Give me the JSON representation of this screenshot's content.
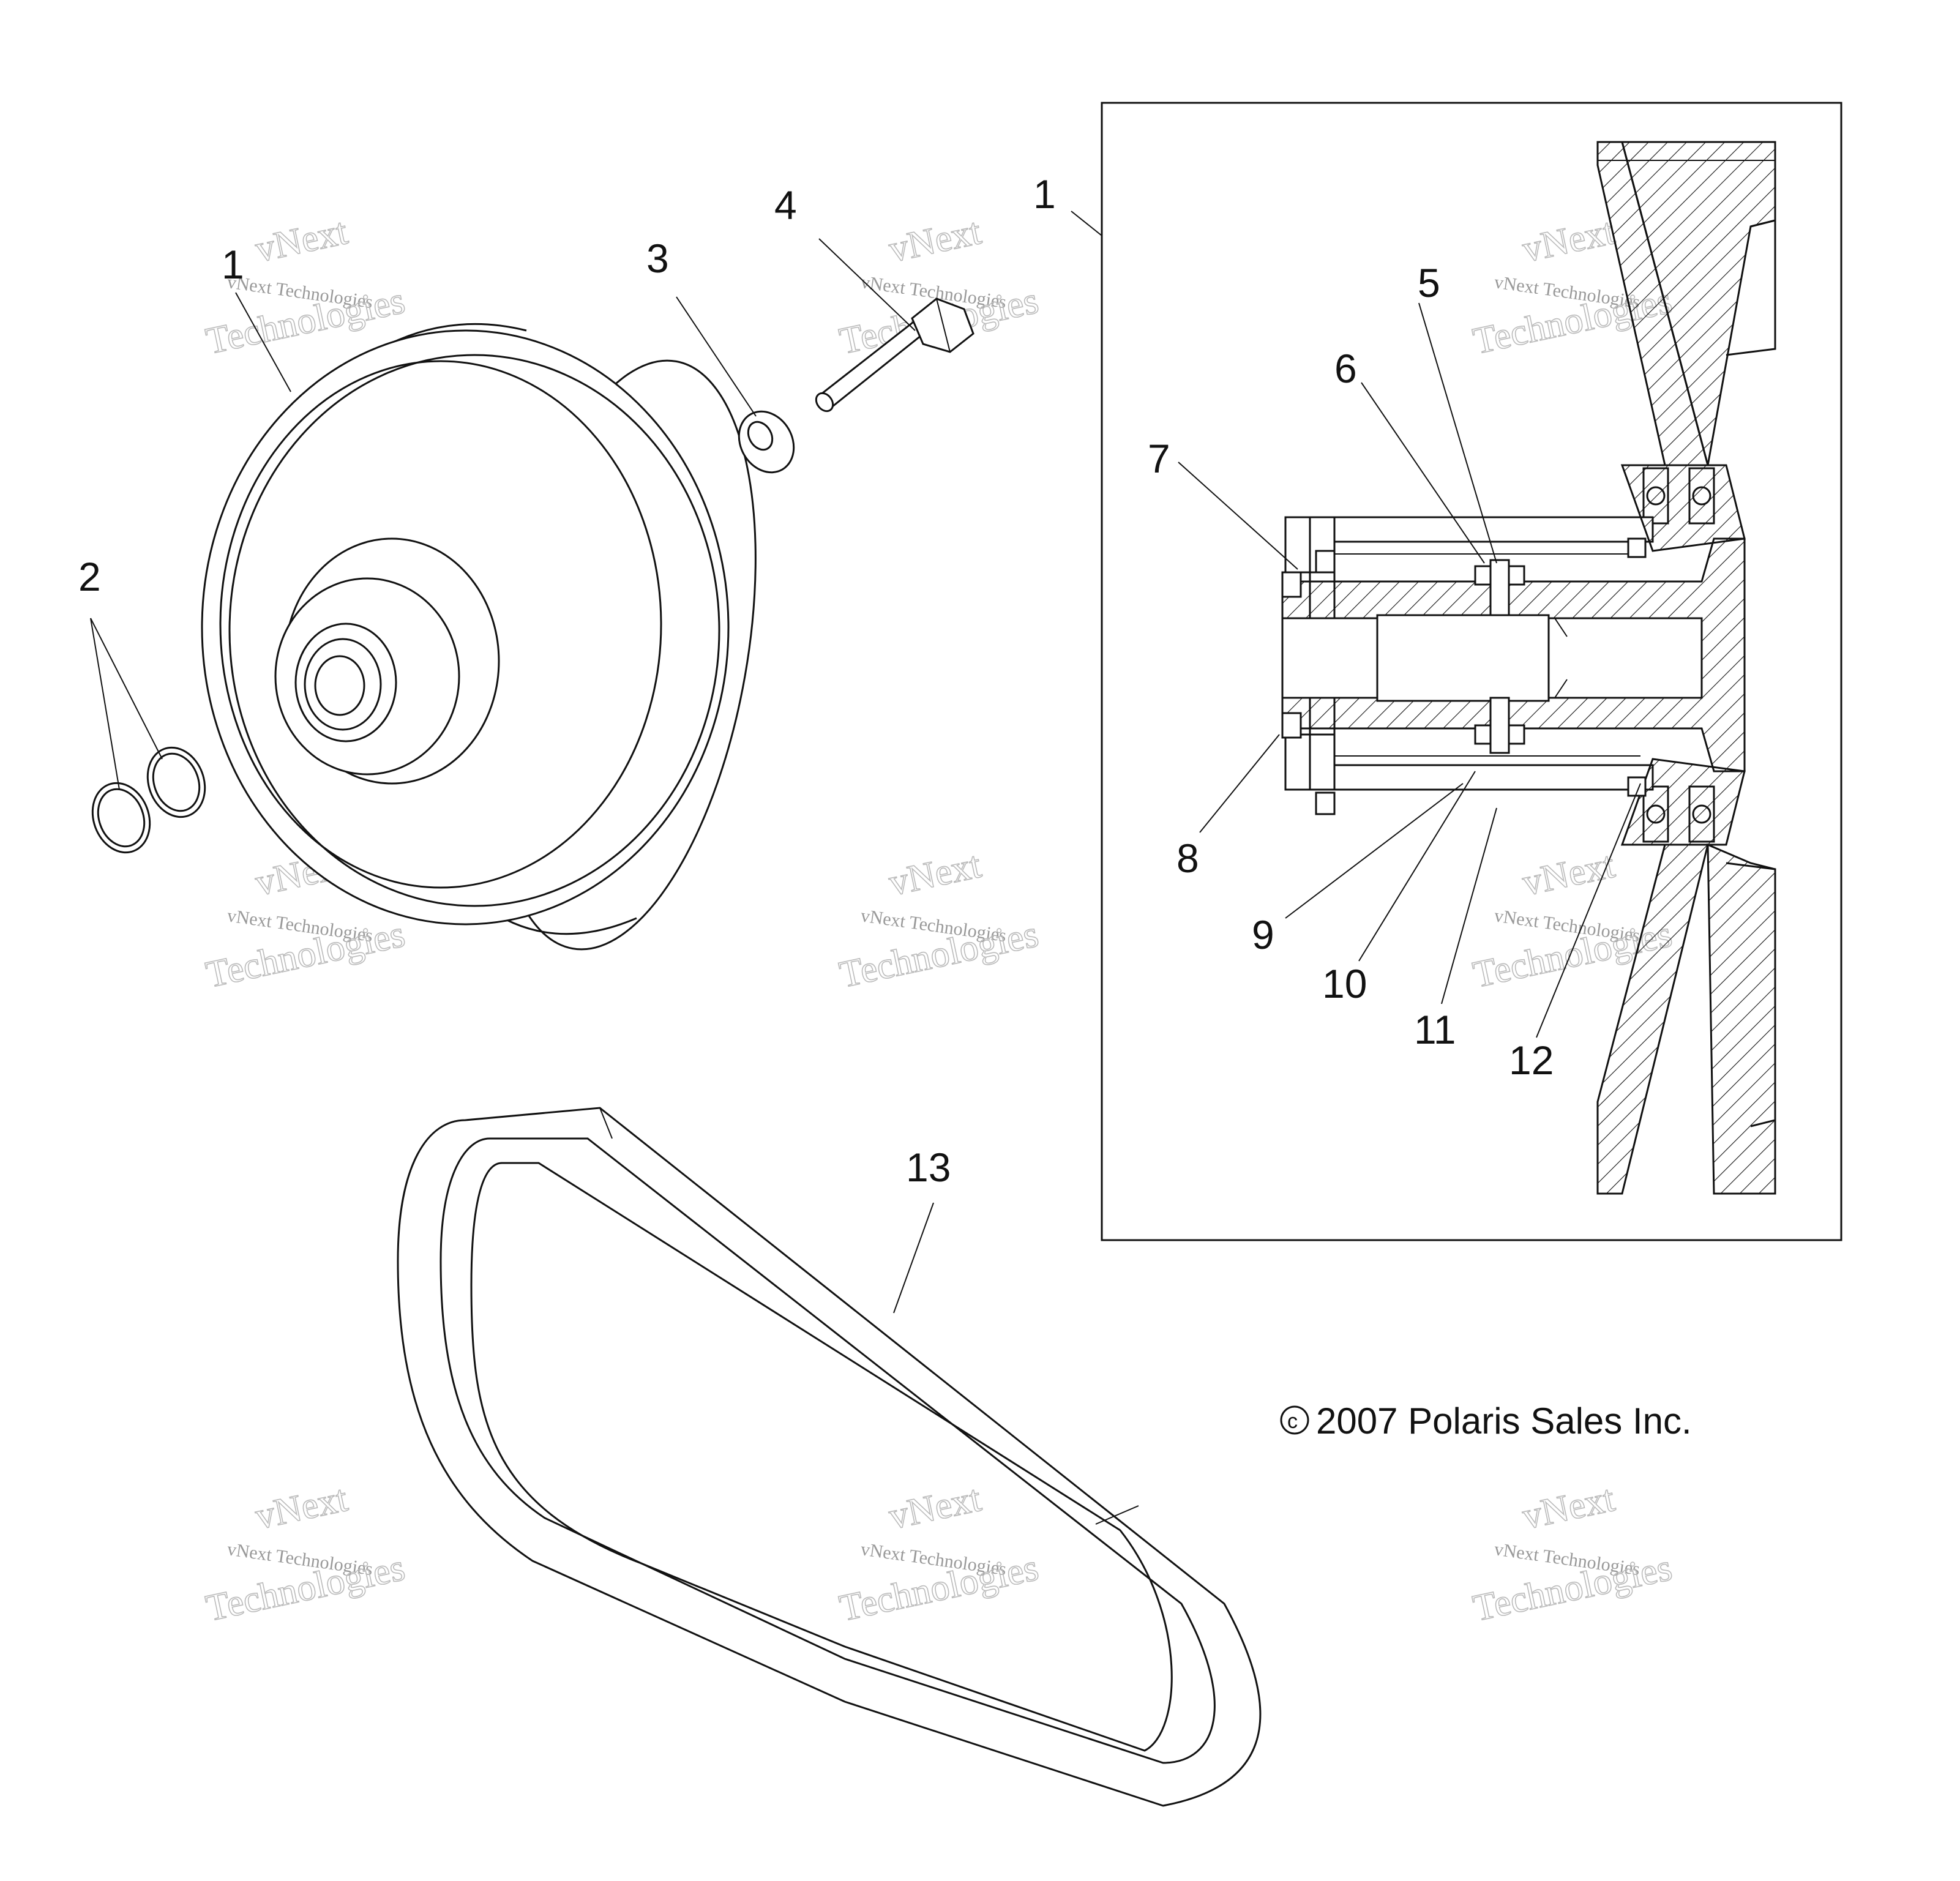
{
  "callouts": [
    {
      "id": "c1a",
      "text": "1"
    },
    {
      "id": "c2",
      "text": "2"
    },
    {
      "id": "c3",
      "text": "3"
    },
    {
      "id": "c4",
      "text": "4"
    },
    {
      "id": "c1b",
      "text": "1"
    },
    {
      "id": "c5",
      "text": "5"
    },
    {
      "id": "c6",
      "text": "6"
    },
    {
      "id": "c7",
      "text": "7"
    },
    {
      "id": "c8",
      "text": "8"
    },
    {
      "id": "c9",
      "text": "9"
    },
    {
      "id": "c10",
      "text": "10"
    },
    {
      "id": "c11",
      "text": "11"
    },
    {
      "id": "c12",
      "text": "12"
    },
    {
      "id": "c13",
      "text": "13"
    }
  ],
  "copyright": "2007 Polaris Sales Inc.",
  "watermark": {
    "line1": "vNext Technologies",
    "line2": "vNext",
    "line3": "Technologies"
  }
}
